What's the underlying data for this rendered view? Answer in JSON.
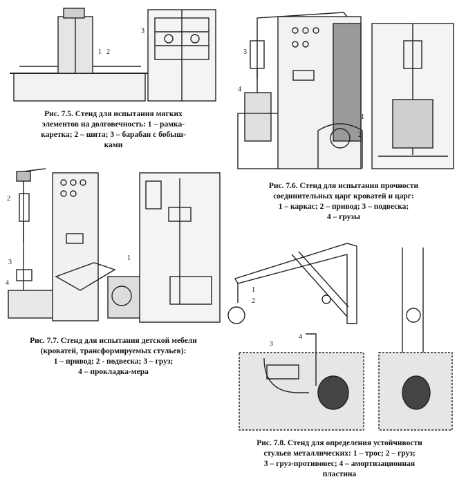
{
  "figures": [
    {
      "id": "7.5",
      "labels": [
        "3",
        "1",
        "2"
      ],
      "caption_lines": [
        "Рис. 7.5. Стенд для испытания мягких",
        "элементов на долговечность: 1 – рамка-",
        "каретка; 2 – шита; 3 – барабан с бобыш-",
        "ками"
      ]
    },
    {
      "id": "7.6",
      "labels": [
        "3",
        "4",
        "2",
        "1"
      ],
      "caption_lines": [
        "Рис. 7.6. Стенд для испытания прочности",
        "соединительных царг кроватей и царг:",
        "1 – каркас; 2 – привод; 3 – подвеска;",
        "4 – грузы"
      ]
    },
    {
      "id": "7.7",
      "labels": [
        "2",
        "3",
        "4",
        "1"
      ],
      "caption_lines": [
        "Рис. 7.7. Стенд для испытания детской мебели",
        "(кроватей, трансформируемых стульев):",
        "1 – привод; 2 - подвеска; 3 – груз;",
        "4 – прокладка-мера"
      ]
    },
    {
      "id": "7.8",
      "labels": [
        "1",
        "2",
        "4",
        "3"
      ],
      "caption_lines": [
        "Рис. 7.8. Стенд для определения устойчивости",
        "стульев металлических: 1 – трос; 2 – груз;",
        "3 – груз-противовес; 4 – амортизационная",
        "пластина"
      ]
    }
  ]
}
